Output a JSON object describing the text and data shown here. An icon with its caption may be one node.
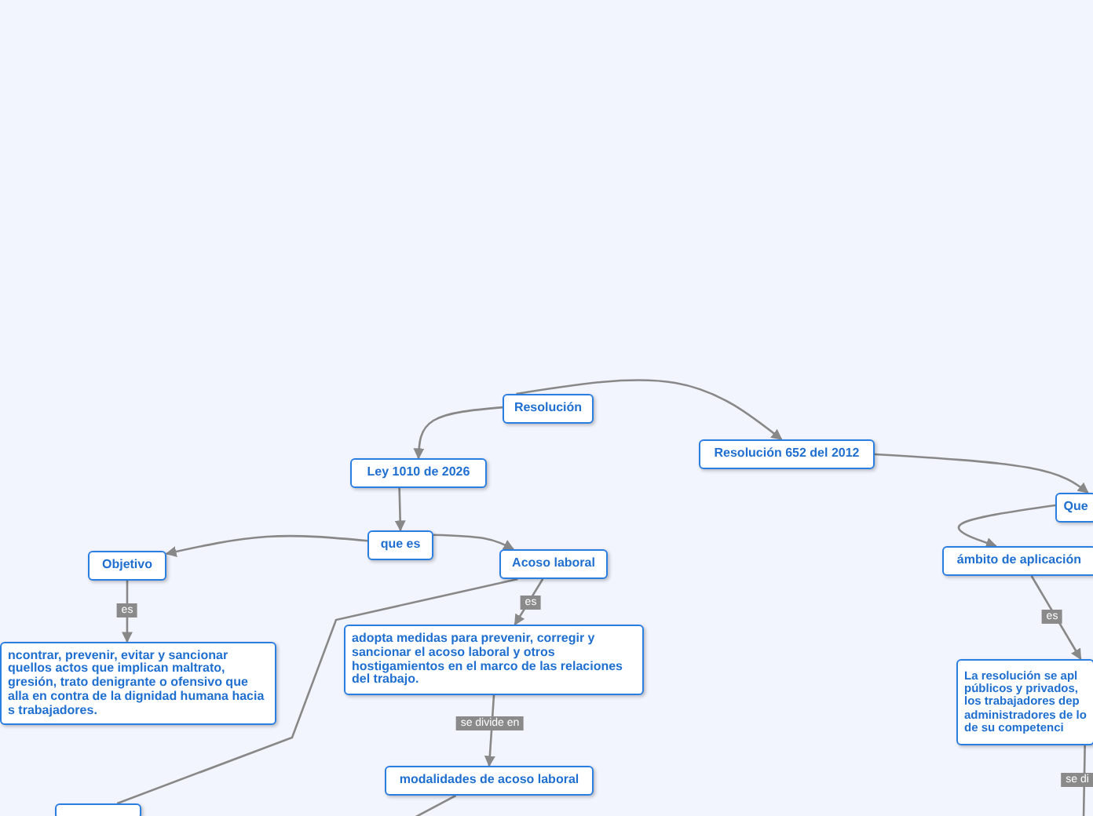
{
  "diagram": {
    "nodes": [
      {
        "text": [
          "Resolución"
        ]
      },
      {
        "text": [
          "Ley 1010 de 2026"
        ]
      },
      {
        "text": [
          "Resolución 652 del 2012"
        ]
      },
      {
        "text": [
          "que es"
        ]
      },
      {
        "text": [
          "Objetivo"
        ]
      },
      {
        "text": [
          "Acoso laboral"
        ]
      },
      {
        "text": [
          "ncontrar, prevenir, evitar y sancionar quellos actos que implican maltrato, gresión, trato denigrante o ofensivo que alla en contra de la dignidad humana hacia s trabajadores."
        ]
      },
      {
        "text": [
          "adopta medidas para prevenir, corregir y sancionar el acoso laboral y otros hostigamientos en el marco de las relaciones del trabajo."
        ]
      },
      {
        "text": [
          "modalidades de acoso laboral"
        ]
      },
      {
        "text": [],
        "shape": "box"
      },
      {
        "text": [
          "Que"
        ]
      },
      {
        "text": [
          "ámbito de aplicación"
        ]
      },
      {
        "text": [
          "La resolución se apl públicos y privados, los trabajadores dep administradores de lo de su competenci"
        ]
      }
    ],
    "edges": [
      {
        "from": 0,
        "to": 1,
        "arrow": "to"
      },
      {
        "from": 0,
        "to": 2,
        "arrow": "to"
      },
      {
        "from": 1,
        "to": 3,
        "arrow": "to"
      },
      {
        "from": 3,
        "to": 4,
        "arrow": "to"
      },
      {
        "from": 3,
        "to": 5,
        "arrow": "to"
      },
      {
        "from": 4,
        "to": 6,
        "arrow": "to",
        "label": "es"
      },
      {
        "from": 5,
        "to": 7,
        "arrow": "to",
        "label": "es"
      },
      {
        "from": 7,
        "to": 8,
        "arrow": "to",
        "label": "se divide en"
      },
      {
        "from": 5,
        "to": 9,
        "arrow": "none"
      },
      {
        "from": 8,
        "to": null,
        "arrow": "none"
      },
      {
        "from": 2,
        "to": 10,
        "arrow": "to"
      },
      {
        "from": 10,
        "to": 11,
        "arrow": "to"
      },
      {
        "from": 11,
        "to": 12,
        "arrow": "to",
        "label": "es"
      },
      {
        "from": 12,
        "to": null,
        "arrow": "none",
        "label": "se di"
      }
    ]
  }
}
